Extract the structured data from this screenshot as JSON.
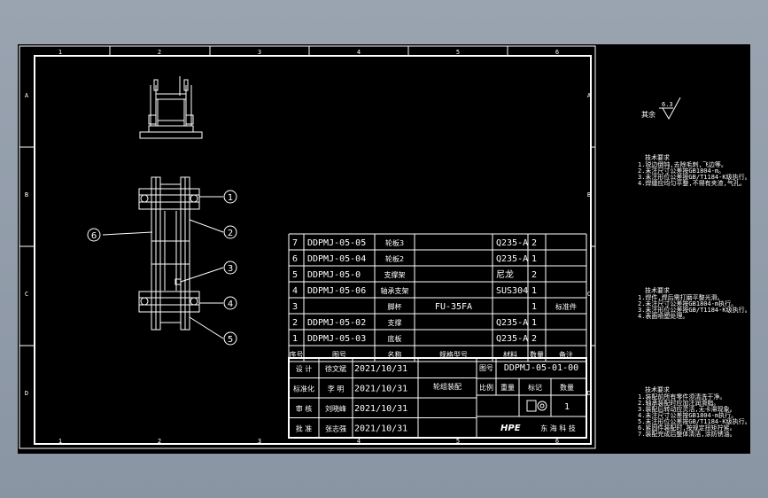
{
  "grid_numbers_top": [
    "1",
    "2",
    "3",
    "4",
    "5",
    "6"
  ],
  "grid_numbers_bottom": [
    "1",
    "2",
    "3",
    "4",
    "5",
    "6"
  ],
  "grid_letters": [
    "A",
    "B",
    "C",
    "D"
  ],
  "balloons": [
    "1",
    "2",
    "3",
    "4",
    "5",
    "6"
  ],
  "bom_rows": [
    {
      "no": "7",
      "code": "DDPMJ-05-05",
      "name": "轮板3",
      "spec": "",
      "mat": "Q235-A",
      "qty": "2",
      "note": ""
    },
    {
      "no": "6",
      "code": "DDPMJ-05-04",
      "name": "轮板2",
      "spec": "",
      "mat": "Q235-A",
      "qty": "1",
      "note": ""
    },
    {
      "no": "5",
      "code": "DDPMJ-05-0",
      "name": "支撑架",
      "spec": "",
      "mat": "尼龙",
      "qty": "2",
      "note": ""
    },
    {
      "no": "4",
      "code": "DDPMJ-05-06",
      "name": "轴承支架",
      "spec": "",
      "mat": "SUS304",
      "qty": "1",
      "note": ""
    },
    {
      "no": "3",
      "code": "",
      "name": "脚杯",
      "spec": "FU-35FA",
      "mat": "",
      "qty": "1",
      "note": "标准件"
    },
    {
      "no": "2",
      "code": "DDPMJ-05-02",
      "name": "支撑",
      "spec": "",
      "mat": "Q235-A",
      "qty": "1",
      "note": ""
    },
    {
      "no": "1",
      "code": "DDPMJ-05-03",
      "name": "底板",
      "spec": "",
      "mat": "Q235-A",
      "qty": "2",
      "note": ""
    }
  ],
  "bom_header": [
    "序号",
    "图号",
    "名称",
    "规格型号",
    "材料",
    "数量",
    "备注"
  ],
  "title_block": {
    "rows": [
      {
        "role": "设 计",
        "person": "徐文斌",
        "date": "2021/10/31"
      },
      {
        "role": "标准化",
        "person": "李 明",
        "date": "2021/10/31"
      },
      {
        "role": "审 核",
        "person": "刘晓峰",
        "date": "2021/10/31"
      },
      {
        "role": "批 准",
        "person": "张志强",
        "date": "2021/10/31"
      }
    ],
    "part_name": "轮组装配",
    "drawing_no_label": "图号",
    "drawing_no": "DDPMJ-05-01-00",
    "scale_headers": [
      "比例",
      "重量",
      "标记",
      "数量"
    ],
    "qty_value": "1",
    "logo": "HPE",
    "company": "东 海 科 技"
  },
  "roughness": {
    "label": "其余",
    "value": "6.3"
  },
  "notes": [
    {
      "title": "技术要求",
      "lines": [
        "1.锐边倒钝,去除毛刺,飞边等。",
        "2.未注尺寸公差按GB1804-m。",
        "3.未注形位公差按GB/T1184-K级执行。",
        "4.焊缝应均匀平整,不得有夹渣,气孔。"
      ]
    },
    {
      "title": "技术要求",
      "lines": [
        "1.焊件,焊后需打磨平整光滑。",
        "2.未注尺寸公差按GB1804-m执行。",
        "3.未注形位公差按GB/T1184-K级执行。",
        "4.表面喷塑处理。"
      ]
    },
    {
      "title": "技术要求",
      "lines": [
        "1.装配前所有零件须清洗干净。",
        "2.轴承装配时应加注润滑脂。",
        "3.装配后转动应灵活,无卡滞现象。",
        "4.未注尺寸公差按GB1804-m执行。",
        "5.未注形位公差按GB/T1184-K级执行。",
        "6.紧固件装配时,按规定扭矩拧紧。",
        "7.装配完成后整体清洁,涂防锈油。"
      ]
    }
  ]
}
